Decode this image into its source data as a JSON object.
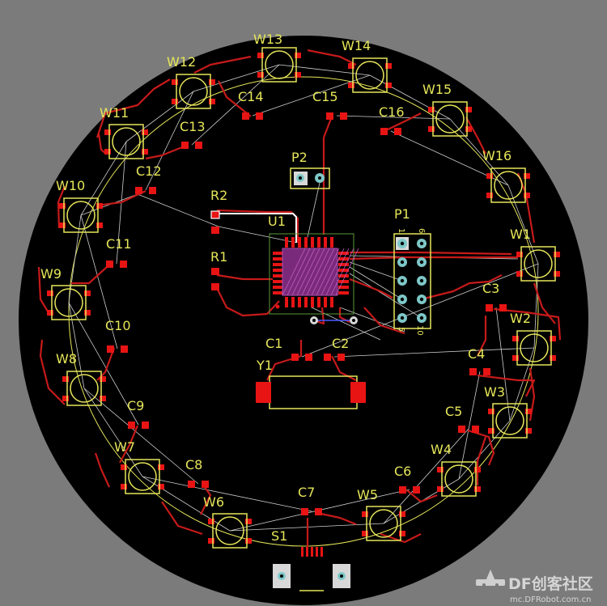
{
  "colors": {
    "background": "#7b7b7b",
    "board": "#000000",
    "copper": "#c61a1a",
    "pad": "#e81414",
    "silkscreen": "#e6e65a",
    "ratsnest": "#cfcfcf",
    "via": "#7ec8c8"
  },
  "components": {
    "leds": [
      {
        "label": "W1"
      },
      {
        "label": "W2"
      },
      {
        "label": "W3"
      },
      {
        "label": "W4"
      },
      {
        "label": "W5"
      },
      {
        "label": "W6"
      },
      {
        "label": "W7"
      },
      {
        "label": "W8"
      },
      {
        "label": "W9"
      },
      {
        "label": "W10"
      },
      {
        "label": "W11"
      },
      {
        "label": "W12"
      },
      {
        "label": "W13"
      },
      {
        "label": "W14"
      },
      {
        "label": "W15"
      },
      {
        "label": "W16"
      }
    ],
    "capacitors": [
      {
        "label": "C1"
      },
      {
        "label": "C2"
      },
      {
        "label": "C3"
      },
      {
        "label": "C4"
      },
      {
        "label": "C5"
      },
      {
        "label": "C6"
      },
      {
        "label": "C7"
      },
      {
        "label": "C8"
      },
      {
        "label": "C9"
      },
      {
        "label": "C10"
      },
      {
        "label": "C11"
      },
      {
        "label": "C12"
      },
      {
        "label": "C13"
      },
      {
        "label": "C14"
      },
      {
        "label": "C15"
      },
      {
        "label": "C16"
      }
    ],
    "resistors": [
      {
        "label": "R1"
      },
      {
        "label": "R2"
      }
    ],
    "mcu": {
      "label": "U1"
    },
    "crystal": {
      "label": "Y1"
    },
    "switch": {
      "label": "S1"
    },
    "header_p1": {
      "label": "P1",
      "pin_labels": [
        "1",
        "6",
        "5",
        "10"
      ]
    },
    "header_p2": {
      "label": "P2"
    }
  },
  "watermark": {
    "text": "DF创客社区",
    "url": "mc.DFRobot.com.cn",
    "icon": "dfrobot-logo-icon"
  }
}
